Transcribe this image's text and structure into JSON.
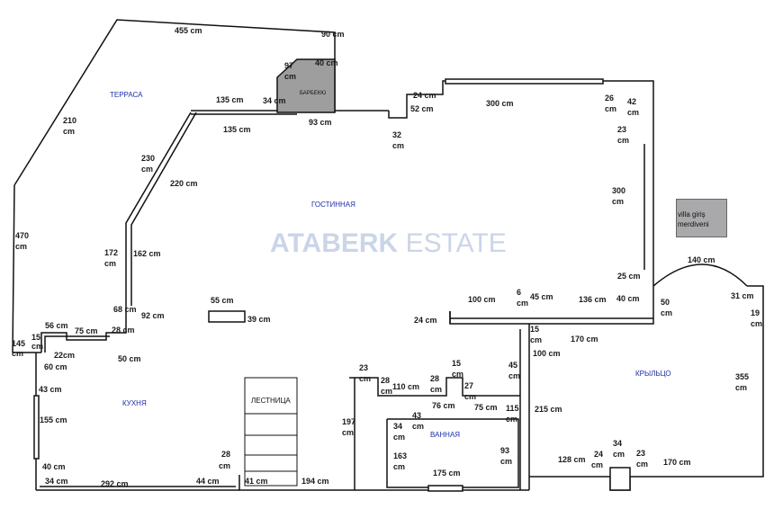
{
  "rooms": {
    "terrace": "ТЕРРАСА",
    "bbq": "БАРБЕКЮ",
    "living": "ГОСТИННАЯ",
    "kitchen": "КУХНЯ",
    "stairs": "ЛЕСТНИЦА",
    "bathroom": "ВАННАЯ",
    "porch": "КРЫЛЬЦО"
  },
  "watermark": {
    "brand": "ATABERK",
    "suffix": "ESTATE"
  },
  "entrance_note": {
    "line1": "villa giriş",
    "line2": "merdiveni"
  },
  "dims": {
    "d455": "455 cm",
    "d90": "90 cm",
    "d97": "97",
    "d97u": "cm",
    "d40a": "40 cm",
    "d135a": "135 cm",
    "d34a": "34 cm",
    "d93a": "93 cm",
    "d135b": "135 cm",
    "d24a": "24 cm",
    "d52": "52 cm",
    "d300a": "300 cm",
    "d26": "26",
    "d26u": "cm",
    "d42": "42",
    "d42u": "cm",
    "d23a": "23",
    "d23au": "cm",
    "d32": "32",
    "d32u": "cm",
    "d210": "210",
    "d210u": "cm",
    "d230": "230",
    "d230u": "cm",
    "d220": "220 cm",
    "d300b": "300",
    "d300bu": "cm",
    "d470": "470",
    "d470u": "cm",
    "d172": "172",
    "d172u": "cm",
    "d162": "162 cm",
    "d25": "25 cm",
    "d140": "140 cm",
    "d68": "68 cm",
    "d92": "92 cm",
    "d55": "55 cm",
    "d39": "39 cm",
    "d100a": "100 cm",
    "d6": "6",
    "d6u": "cm",
    "d45a": "45 cm",
    "d136": "136 cm",
    "d40b": "40 cm",
    "d50a": "50",
    "d50au": "cm",
    "d31": "31 cm",
    "d19": "19",
    "d19u": "cm",
    "d56": "56 cm",
    "d75a": "75 cm",
    "d28a": "28 cm",
    "d15a": "15",
    "d15au": "cm",
    "d145": "145",
    "d145u": "cm",
    "d22": "22cm",
    "d50b": "50 cm",
    "d60": "60 cm",
    "d24b": "24 cm",
    "d15b": "15",
    "d15bu": "cm",
    "d170a": "170 cm",
    "d100b": "100 cm",
    "d43a": "43 cm",
    "d155": "155 cm",
    "d40c": "40 cm",
    "d34b": "34 cm",
    "d292": "292 cm",
    "d44": "44 cm",
    "d28b": "28",
    "d28bu": "cm",
    "d41": "41 cm",
    "d194": "194 cm",
    "d23b": "23",
    "d23bu": "cm",
    "d28c": "28",
    "d28cu": "cm",
    "d110": "110 cm",
    "d28d": "28",
    "d28du": "cm",
    "d15c": "15",
    "d15cu": "cm",
    "d27": "27",
    "d27u": "cm",
    "d45b": "45",
    "d45bu": "cm",
    "d197": "197",
    "d197u": "cm",
    "d76": "76 cm",
    "d75b": "75 cm",
    "d115": "115",
    "d115u": "cm",
    "d43b": "43",
    "d43bu": "cm",
    "d34c": "34",
    "d34cu": "cm",
    "d215": "215 cm",
    "d355": "355",
    "d355u": "cm",
    "d163": "163",
    "d163u": "cm",
    "d93b": "93",
    "d93bu": "cm",
    "d175": "175 cm",
    "d128": "128 cm",
    "d24c": "24",
    "d24cu": "cm",
    "d34d": "34",
    "d34du": "cm",
    "d23c": "23",
    "d23cu": "cm",
    "d170b": "170 cm"
  }
}
